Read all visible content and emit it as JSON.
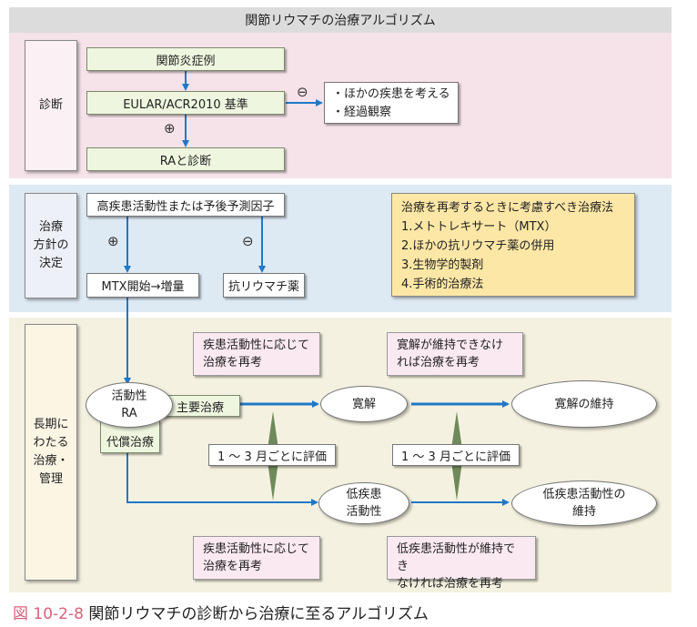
{
  "title": "関節リウマチの治療アルゴリズム",
  "sections": {
    "diagnosis": "診断",
    "policy": [
      "治療",
      "方針の",
      "決定"
    ],
    "management": [
      "長期に",
      "わたる",
      "治療・",
      "管理"
    ]
  },
  "diagnosis": {
    "case": "関節炎症例",
    "criteria": "EULAR/ACR2010 基準",
    "ra": "RAと診断",
    "plus": "⊕",
    "minus": "⊖",
    "other": [
      "・ほかの疾患を考える",
      "・経過観察"
    ]
  },
  "policy": {
    "factor": "高疾患活動性または予後予測因子",
    "plus": "⊕",
    "minus": "⊖",
    "mtx": "MTX開始→増量",
    "antirheumatic": "抗リウマチ薬",
    "reconsider_title": "治療を再考するときに考慮すべき治療法",
    "reconsider_items": [
      "1.メトトレキサート（MTX）",
      "2.ほかの抗リウマチ薬の併用",
      "3.生物学的製剤",
      "4.手術的治療法"
    ]
  },
  "management": {
    "active_ra": [
      "活動性",
      "RA"
    ],
    "main_treatment": "主要治療",
    "compensatory": "代償治療",
    "remission": "寛解",
    "maintain_remission": "寛解の維持",
    "low_activity": [
      "低疾患",
      "活動性"
    ],
    "maintain_low": [
      "低疾患活動性の",
      "維持"
    ],
    "eval1": "1 ～ 3 月ごとに評価",
    "eval2": "1 ～ 3 月ごとに評価",
    "note_top1": [
      "疾患活動性に応じて",
      "治療を再考"
    ],
    "note_top2": [
      "寛解が維持できなけ",
      "れば治療を再考"
    ],
    "note_bottom1": [
      "疾患活動性に応じて",
      "治療を再考"
    ],
    "note_bottom2": [
      "低疾患活動性が維持でき",
      "なければ治療を再考"
    ]
  },
  "caption": {
    "figure_no": "図 10-2-8",
    "text": "関節リウマチの診断から治療に至るアルゴリズム"
  },
  "colors": {
    "arrow": "#1f78c8",
    "diag_band": "#f6e3ea",
    "policy_band": "#dde9f3",
    "mgmt_band": "#f5f1e0",
    "diamond": "#6f8a5a"
  }
}
